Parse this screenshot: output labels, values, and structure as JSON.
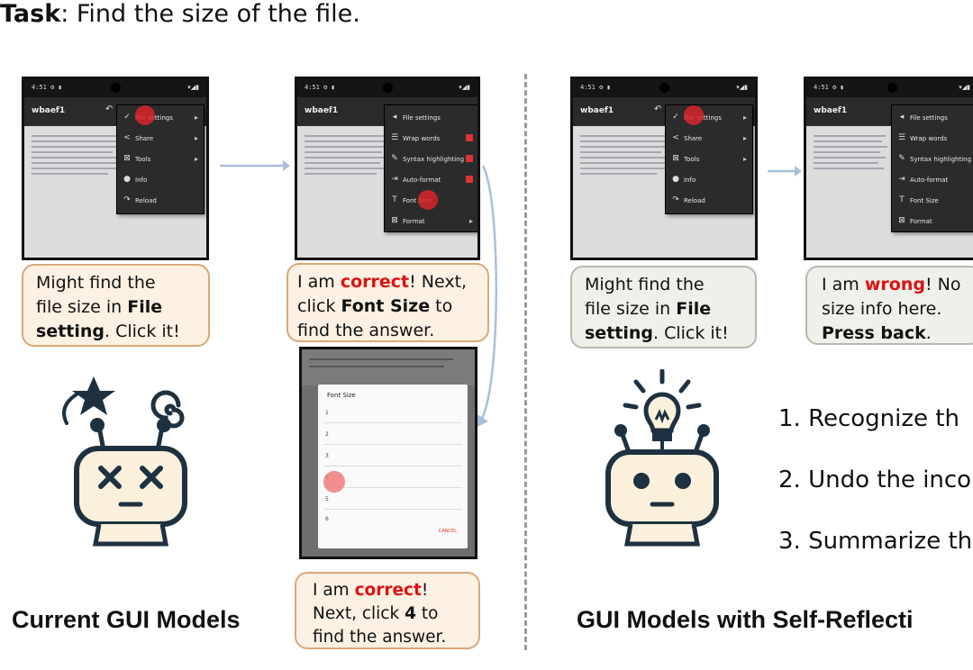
{
  "task": {
    "label": "Task",
    "text": ": Find the size of the file."
  },
  "phone_a": {
    "title": "wbaef1",
    "menu": [
      {
        "icon": "check-icon",
        "label": "File settings"
      },
      {
        "icon": "share-icon",
        "label": "Share"
      },
      {
        "icon": "tools-icon",
        "label": "Tools"
      },
      {
        "icon": "info-icon",
        "label": "Info"
      },
      {
        "icon": "reload-icon",
        "label": "Reload"
      }
    ]
  },
  "phone_b": {
    "title": "wbaef1",
    "menu": [
      {
        "icon": "back-icon",
        "label": "File settings"
      },
      {
        "icon": "wrap-icon",
        "label": "Wrap words"
      },
      {
        "icon": "highlight-icon",
        "label": "Syntax highlighting"
      },
      {
        "icon": "autoformat-icon",
        "label": "Auto-format"
      },
      {
        "icon": "fontsize-icon",
        "label": "Font Size"
      },
      {
        "icon": "format-icon",
        "label": "Format"
      }
    ]
  },
  "dialog": {
    "title": "Font Size",
    "options": [
      "1",
      "2",
      "3",
      "4",
      "5",
      "6"
    ],
    "cancel": "CANCEL"
  },
  "bubbles": {
    "b1": {
      "t1": "Might find the",
      "t2": "file size in ",
      "b1": "File",
      "b2": "setting",
      "t3": ". Click it!"
    },
    "b2": {
      "t1": "I am ",
      "r": "correct",
      "t2": "! Next,",
      "t3": "click ",
      "b": "Font Size",
      "t4": " to",
      "t5": "find the answer."
    },
    "b3": {
      "t1": "I am ",
      "r": "correct",
      "t2": "!",
      "t3": "Next, click ",
      "b": "4",
      "t4": " to",
      "t5": "find the answer."
    },
    "b4": {
      "t1": "Might find the",
      "t2": "file size in ",
      "b1": "File",
      "b2": "setting",
      "t3": ". Click it!"
    },
    "b5": {
      "t1": "I am ",
      "r": "wrong",
      "t2": "! No",
      "t3": "size info here.",
      "b": "Press back",
      "t4": "."
    }
  },
  "labels": {
    "left": "Current GUI Models",
    "right": "GUI Models with Self-Reflecti"
  },
  "steps": [
    "1.  Recognize th",
    "2. Undo the inco",
    "3. Summarize th"
  ],
  "colors": {
    "bubble_border": "#d9a87a",
    "bubble_fill": "#fdf1e3",
    "accent_red": "#d11111",
    "arrow": "#a9c0dc"
  }
}
